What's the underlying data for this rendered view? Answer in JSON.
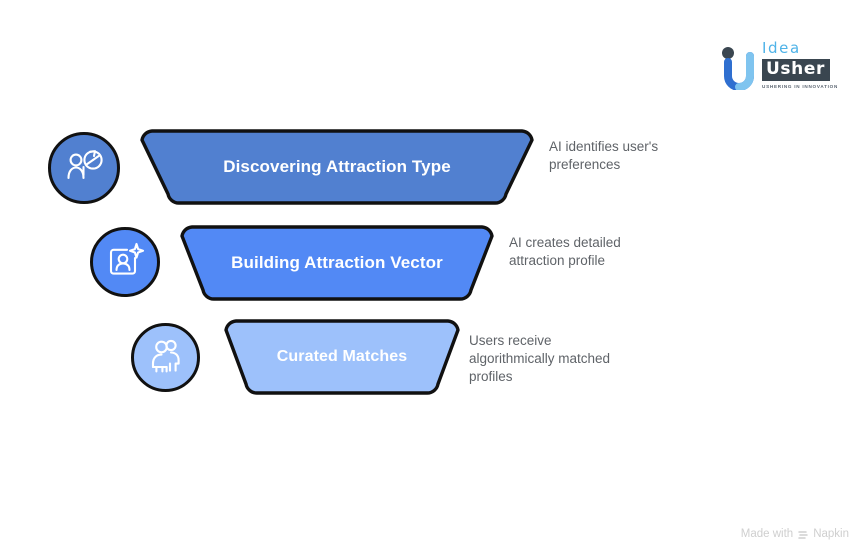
{
  "background_color": "#ffffff",
  "logo": {
    "name": "idea-usher-logo",
    "word_top": "Idea",
    "word_bottom": "Usher",
    "tagline": "USHERING IN INNOVATION",
    "colors": {
      "mark_light": "#7fc4ef",
      "mark_dark": "#2f6fd0",
      "dot": "#3a4650",
      "idea_text": "#4fb3e8",
      "usher_bg": "#3a4650",
      "usher_text": "#ffffff",
      "tagline_text": "#5a6470"
    }
  },
  "diagram": {
    "type": "funnel",
    "title": "",
    "stages": [
      {
        "id": "discovering-attraction-type",
        "label": "Discovering Attraction Type",
        "description": "AI identifies user's\npreferences",
        "icon": "person-pie-chart-icon",
        "fill": "#5180d0",
        "icon_fill": "#5180d0",
        "label_font_size": 17
      },
      {
        "id": "building-attraction-vector",
        "label": "Building Attraction Vector",
        "description": "AI creates detailed\nattraction profile",
        "icon": "profile-card-sparkle-icon",
        "fill": "#5289f5",
        "icon_fill": "#5289f5",
        "label_font_size": 17
      },
      {
        "id": "curated-matches",
        "label": "Curated Matches",
        "description": "Users receive\nalgorithmically matched\nprofiles",
        "icon": "two-people-icon",
        "fill": "#9dc1fb",
        "icon_fill": "#9dc1fb",
        "label_font_size": 16
      }
    ],
    "stroke_color": "#111111",
    "label_color": "#ffffff",
    "description_color": "#5f6368"
  },
  "footer": {
    "watermark_prefix": "Made with",
    "watermark_brand": "Napkin",
    "watermark_icon": "napkin-logo-icon"
  }
}
